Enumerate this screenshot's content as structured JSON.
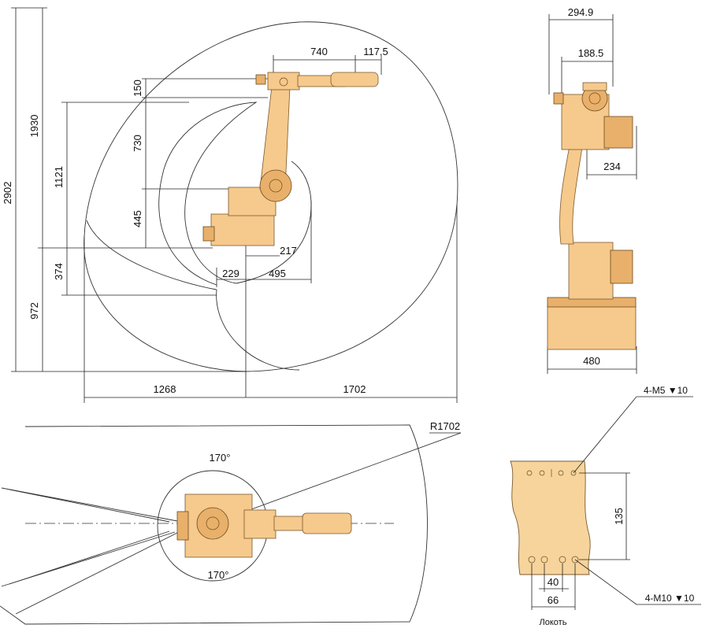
{
  "side_view": {
    "dim_2902": "2902",
    "dim_1930": "1930",
    "dim_972": "972",
    "dim_1121": "1121",
    "dim_374": "374",
    "dim_150": "150",
    "dim_730": "730",
    "dim_445": "445",
    "dim_740": "740",
    "dim_117_5": "117.5",
    "dim_217": "217",
    "dim_229": "229",
    "dim_495": "495",
    "dim_1268": "1268",
    "dim_1702": "1702"
  },
  "front_view": {
    "dim_294_9": "294.9",
    "dim_188_5": "188.5",
    "dim_234": "234",
    "dim_480": "480"
  },
  "top_view": {
    "radius_label": "R1702",
    "angle_top": "170°",
    "angle_bottom": "170°"
  },
  "detail_view": {
    "thread_top": "4-M5 ▼10",
    "dim_135": "135",
    "dim_40": "40",
    "dim_66": "66",
    "thread_bottom": "4-M10 ▼10",
    "caption": "Локоть"
  },
  "colors": {
    "robot_body": "#f6c98c",
    "robot_outline": "#7a5a2e",
    "lines": "#222222"
  }
}
